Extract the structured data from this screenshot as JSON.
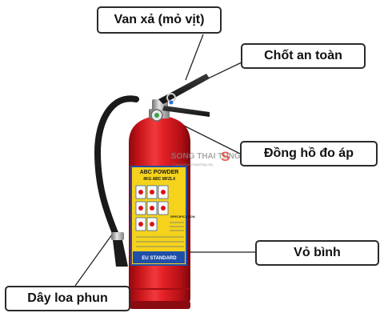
{
  "callouts": {
    "van_xa": "Van xả (mỏ vịt)",
    "chot_an_toan": "Chốt an toàn",
    "dong_ho_do_ap": "Đồng hồ đo áp",
    "vo_binh": "Vỏ bình",
    "day_loa_phun": "Dây loa phun"
  },
  "product_label": {
    "title": "ABC POWDER",
    "subtitle": "4KG ABC MFZL4",
    "spec_heading": "SPECIFICATION",
    "standard": "EU STANDARD"
  },
  "watermark": {
    "brand": "SONG THAI TUNG",
    "logo_letter": "S",
    "site": "chuacohoaymaychay.org"
  },
  "colors": {
    "cylinder_red": "#d8141a",
    "label_yellow": "#f5d21c",
    "label_blue": "#1f4fa8",
    "hose_black": "#1a1a1a",
    "callout_border": "#2b2b2b",
    "leader_line": "#222222",
    "watermark_gray": "#7a7a7a",
    "watermark_red": "#e23a2e"
  }
}
